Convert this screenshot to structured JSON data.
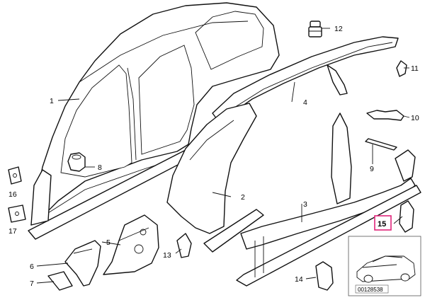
{
  "callouts": [
    {
      "id": "c1",
      "label": "1"
    },
    {
      "id": "c2",
      "label": "2"
    },
    {
      "id": "c3",
      "label": "3"
    },
    {
      "id": "c4",
      "label": "4"
    },
    {
      "id": "c5",
      "label": "5"
    },
    {
      "id": "c6",
      "label": "6"
    },
    {
      "id": "c7",
      "label": "7"
    },
    {
      "id": "c8",
      "label": "8"
    },
    {
      "id": "c9",
      "label": "9"
    },
    {
      "id": "c10",
      "label": "10"
    },
    {
      "id": "c11",
      "label": "11"
    },
    {
      "id": "c12",
      "label": "12"
    },
    {
      "id": "c13",
      "label": "13"
    },
    {
      "id": "c14",
      "label": "14"
    },
    {
      "id": "c15",
      "label": "15",
      "highlighted": true
    },
    {
      "id": "c16",
      "label": "16"
    },
    {
      "id": "c17",
      "label": "17"
    }
  ],
  "highlight_color": "#e0247a",
  "thumbnail": {
    "ref_code": "00128538"
  }
}
